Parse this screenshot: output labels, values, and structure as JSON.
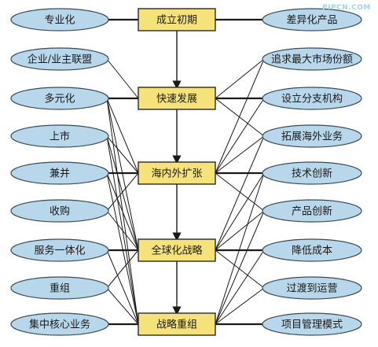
{
  "watermark": "PIPCN.COM",
  "colors": {
    "oval_fill": "#b9d7ea",
    "oval_stroke": "#3a4b58",
    "box_fill": "#f6e27a",
    "box_stroke": "#2a2a2a",
    "line": "#1a1a1a"
  },
  "stages": [
    {
      "id": "s1",
      "label": "成立初期"
    },
    {
      "id": "s2",
      "label": "快速发展"
    },
    {
      "id": "s3",
      "label": "海内外扩张"
    },
    {
      "id": "s4",
      "label": "全球化战略"
    },
    {
      "id": "s5",
      "label": "战略重组"
    }
  ],
  "left_items": [
    {
      "id": "l1",
      "label": "专业化"
    },
    {
      "id": "l2",
      "label": "企业/业主联盟"
    },
    {
      "id": "l3",
      "label": "多元化"
    },
    {
      "id": "l4",
      "label": "上市"
    },
    {
      "id": "l5",
      "label": "兼并"
    },
    {
      "id": "l6",
      "label": "收购"
    },
    {
      "id": "l7",
      "label": "服务一体化"
    },
    {
      "id": "l8",
      "label": "重组"
    },
    {
      "id": "l9",
      "label": "集中核心业务"
    }
  ],
  "right_items": [
    {
      "id": "r1",
      "label": "差异化产品"
    },
    {
      "id": "r2",
      "label": "追求最大市场份额"
    },
    {
      "id": "r3",
      "label": "设立分支机构"
    },
    {
      "id": "r4",
      "label": "拓展海外业务"
    },
    {
      "id": "r5",
      "label": "技术创新"
    },
    {
      "id": "r6",
      "label": "产品创新"
    },
    {
      "id": "r7",
      "label": "降低成本"
    },
    {
      "id": "r8",
      "label": "过渡到运营"
    },
    {
      "id": "r9",
      "label": "项目管理模式"
    }
  ],
  "connections": [
    [
      "l1",
      "s1"
    ],
    [
      "l2",
      "s2"
    ],
    [
      "l3",
      "s2"
    ],
    [
      "l3",
      "s3"
    ],
    [
      "l3",
      "s4"
    ],
    [
      "l3",
      "s5"
    ],
    [
      "l4",
      "s3"
    ],
    [
      "l4",
      "s4"
    ],
    [
      "l4",
      "s5"
    ],
    [
      "l5",
      "s3"
    ],
    [
      "l5",
      "s4"
    ],
    [
      "l5",
      "s5"
    ],
    [
      "l6",
      "s3"
    ],
    [
      "l6",
      "s4"
    ],
    [
      "l7",
      "s4"
    ],
    [
      "l7",
      "s5"
    ],
    [
      "l8",
      "s4"
    ],
    [
      "l8",
      "s5"
    ],
    [
      "l9",
      "s5"
    ],
    [
      "r1",
      "s1"
    ],
    [
      "r2",
      "s2"
    ],
    [
      "r2",
      "s3"
    ],
    [
      "r3",
      "s2"
    ],
    [
      "r3",
      "s3"
    ],
    [
      "r4",
      "s2"
    ],
    [
      "r4",
      "s3"
    ],
    [
      "r4",
      "s4"
    ],
    [
      "r5",
      "s3"
    ],
    [
      "r5",
      "s4"
    ],
    [
      "r5",
      "s5"
    ],
    [
      "r6",
      "s3"
    ],
    [
      "r6",
      "s4"
    ],
    [
      "r6",
      "s5"
    ],
    [
      "r7",
      "s4"
    ],
    [
      "r7",
      "s5"
    ],
    [
      "r8",
      "s4"
    ],
    [
      "r8",
      "s5"
    ],
    [
      "r9",
      "s5"
    ]
  ]
}
